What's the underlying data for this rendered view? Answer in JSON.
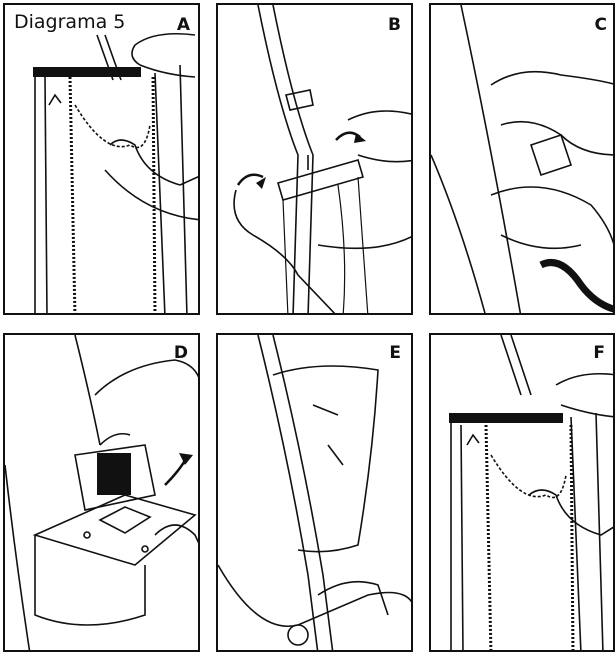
{
  "diagram": {
    "title": "Diagrama 5",
    "panels": [
      {
        "id": "A",
        "label": "A"
      },
      {
        "id": "B",
        "label": "B"
      },
      {
        "id": "C",
        "label": "C"
      },
      {
        "id": "D",
        "label": "D"
      },
      {
        "id": "E",
        "label": "E"
      },
      {
        "id": "F",
        "label": "F"
      }
    ]
  },
  "colors": {
    "ink": "#111111",
    "paper": "#ffffff"
  }
}
